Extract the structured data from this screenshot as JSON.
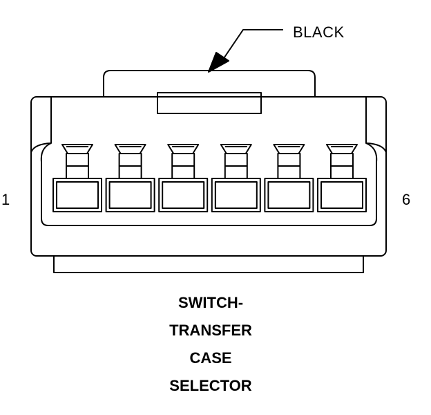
{
  "callout": {
    "label": "BLACK"
  },
  "pins": {
    "first": "1",
    "last": "6"
  },
  "title": {
    "lines": [
      "SWITCH-",
      "TRANSFER",
      "CASE",
      "SELECTOR"
    ]
  },
  "colors": {
    "stroke": "#000000",
    "background": "#ffffff"
  },
  "terminal_count": 6
}
